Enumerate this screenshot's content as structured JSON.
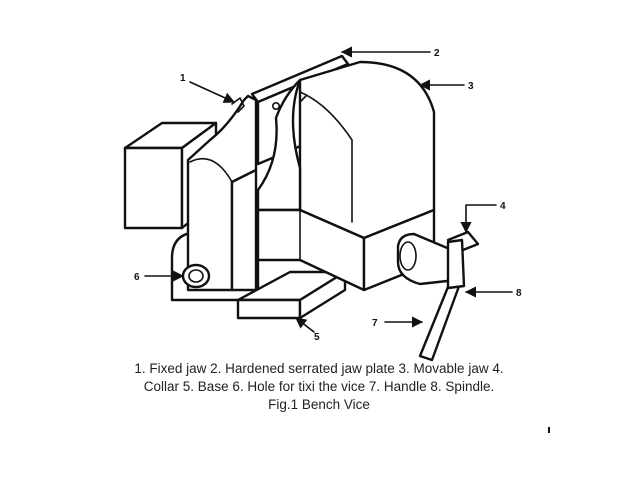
{
  "callouts": {
    "c1": "1",
    "c2": "2",
    "c3": "3",
    "c4": "4",
    "c5": "5",
    "c6": "6",
    "c7": "7",
    "c8": "8"
  },
  "caption": {
    "line1": "1. Fixed jaw 2. Hardened serrated jaw plate 3. Movable jaw 4.",
    "line2": "Collar 5. Base 6. Hole for tixi the vice 7. Handle 8. Spindle.",
    "fig": "Fig.1 Bench Vice"
  }
}
